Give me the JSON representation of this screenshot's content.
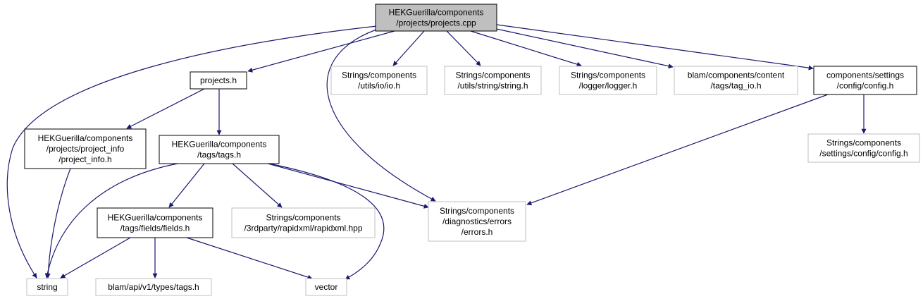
{
  "colors": {
    "edge": "#191970",
    "root_fill": "#bfbfbf",
    "documented_border": "#000000",
    "external_border": "#bfbfbf",
    "text": "#000000",
    "background": "#ffffff"
  },
  "nodes": {
    "root": {
      "lines": [
        "HEKGuerilla/components",
        "/projects/projects.cpp"
      ]
    },
    "projects_h": {
      "lines": [
        "projects.h"
      ]
    },
    "io_h": {
      "lines": [
        "Strings/components",
        "/utils/io/io.h"
      ]
    },
    "string_h": {
      "lines": [
        "Strings/components",
        "/utils/string/string.h"
      ]
    },
    "logger_h": {
      "lines": [
        "Strings/components",
        "/logger/logger.h"
      ]
    },
    "tag_io_h": {
      "lines": [
        "blam/components/content",
        "/tags/tag_io.h"
      ]
    },
    "config_h": {
      "lines": [
        "components/settings",
        "/config/config.h"
      ]
    },
    "project_info_h": {
      "lines": [
        "HEKGuerilla/components",
        "/projects/project_info",
        "/project_info.h"
      ]
    },
    "tags_h": {
      "lines": [
        "HEKGuerilla/components",
        "/tags/tags.h"
      ]
    },
    "strings_config_h": {
      "lines": [
        "Strings/components",
        "/settings/config/config.h"
      ]
    },
    "fields_h": {
      "lines": [
        "HEKGuerilla/components",
        "/tags/fields/fields.h"
      ]
    },
    "rapidxml_hpp": {
      "lines": [
        "Strings/components",
        "/3rdparty/rapidxml/rapidxml.hpp"
      ]
    },
    "errors_h": {
      "lines": [
        "Strings/components",
        "/diagnostics/errors",
        "/errors.h"
      ]
    },
    "string": {
      "lines": [
        "string"
      ]
    },
    "blam_tags_h": {
      "lines": [
        "blam/api/v1/types/tags.h"
      ]
    },
    "vector": {
      "lines": [
        "vector"
      ]
    }
  }
}
